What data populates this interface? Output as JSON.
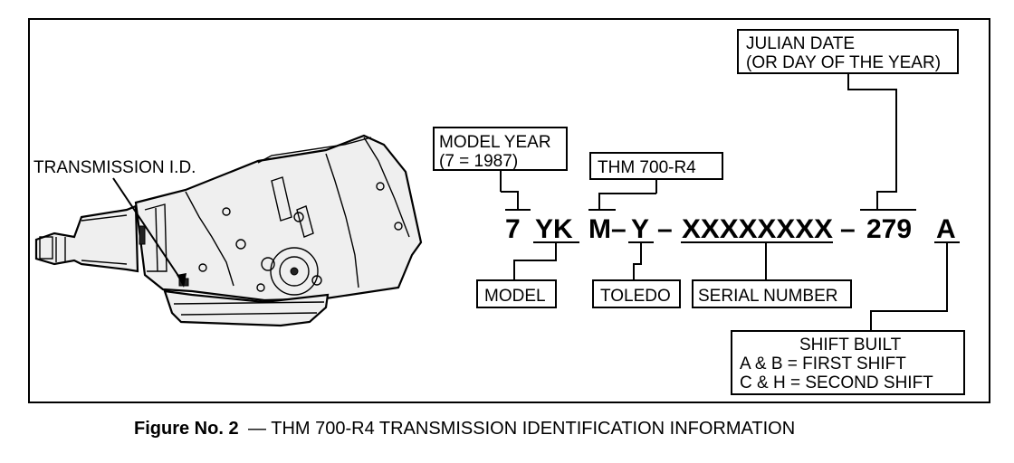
{
  "labels": {
    "transmission_id": "TRANSMISSION I.D.",
    "model_year_line1": "MODEL YEAR",
    "model_year_line2": "(7 = 1987)",
    "thm": "THM 700-R4",
    "julian_line1": "JULIAN DATE",
    "julian_line2": "(OR DAY OF THE YEAR)",
    "model": "MODEL",
    "toledo": "TOLEDO",
    "serial": "SERIAL NUMBER",
    "shift_title": "SHIFT BUILT",
    "shift_line1": "A & B  =  FIRST SHIFT",
    "shift_line2": "C & H  =  SECOND SHIFT"
  },
  "code": {
    "year": "7",
    "model": "YK",
    "plant": "M",
    "dash1": "–",
    "toledo": "Y",
    "dash2": "–",
    "serial": "XXXXXXXX",
    "dash3": "–",
    "julian": "279",
    "shift": "A"
  },
  "caption": {
    "figure": "Figure No. 2",
    "text": "— THM 700-R4 TRANSMISSION IDENTIFICATION INFORMATION"
  }
}
